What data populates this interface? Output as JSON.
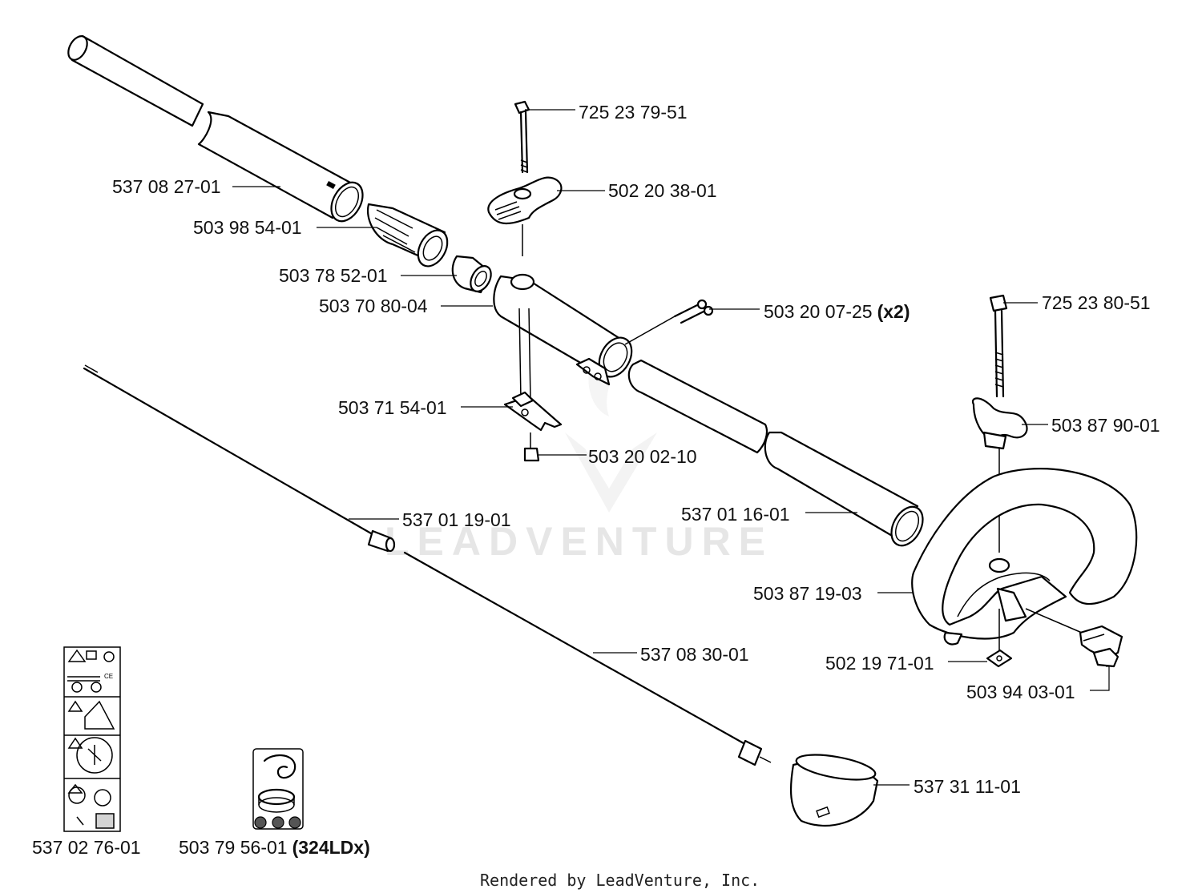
{
  "watermark": "LEADVENTURE",
  "footer": "Rendered by LeadVenture, Inc.",
  "parts": {
    "p725237951": "725 23 79-51",
    "p502203801": "502 20 38-01",
    "p537082701": "537 08 27-01",
    "p503985401": "503 98 54-01",
    "p503785201": "503 78 52-01",
    "p503708004": "503 70 80-04",
    "p503200725": "503 20 07-25",
    "p503200725_qty": "(x2)",
    "p725238051": "725 23 80-51",
    "p503715401": "503 71 54-01",
    "p503879001": "503 87 90-01",
    "p503200210": "503 20 02-10",
    "p537011901": "537 01 19-01",
    "p537011601": "537 01 16-01",
    "p503871903": "503 87 19-03",
    "p537083001": "537 08 30-01",
    "p502197101": "502 19 71-01",
    "p503940301": "503 94 03-01",
    "p537311101": "537 31 11-01",
    "p537027601": "537 02 76-01",
    "p503795601": "503 79 56-01",
    "p503795601_model": "(324LDx)"
  }
}
